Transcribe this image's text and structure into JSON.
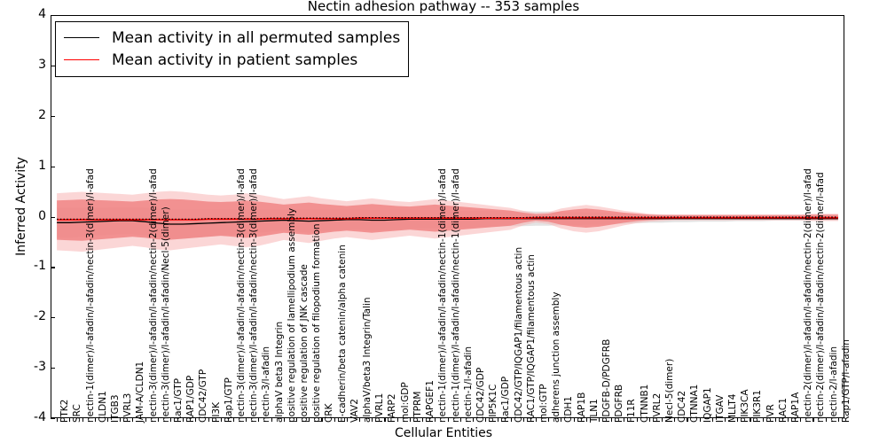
{
  "chart_data": {
    "type": "line",
    "title": "Nectin adhesion pathway -- 353 samples",
    "xlabel": "Cellular Entities",
    "ylabel": "Inferred Activity",
    "ylim": [
      -4,
      4
    ],
    "yticks": [
      "4",
      "3",
      "2",
      "1",
      "0",
      "-1",
      "-2",
      "-3",
      "-4"
    ],
    "ytick_values": [
      4,
      3,
      2,
      1,
      0,
      -1,
      -2,
      -3,
      -4
    ],
    "grid": false,
    "legend_position": "upper left",
    "legend": [
      {
        "label": "Mean activity in all permuted samples",
        "color": "#000000",
        "style": "solid"
      },
      {
        "label": "Mean activity in patient samples",
        "color": "#ff0000",
        "style": "solid"
      }
    ],
    "categories": [
      "PTK2",
      "SRC",
      "nectin-1(dimer)/l-afadin/l-afadin/nectin-3(dimer)/l-afad",
      "CLDN1",
      "ITGB3",
      "PVRL3",
      "JAM-A/CLDN1",
      "nectin-3(dimer)/l-afadin/l-afadin/nectin-2(dimer)/l-afad",
      "nectin-3(dimer)/l-afadin/l-afadin/Necl-5(dimer)",
      "Rac1/GTP",
      "RAP1/GDP",
      "CDC42/GTP",
      "PI3K",
      "Rap1/GTP",
      "nectin-3(dimer)/l-afadin/l-afadin/nectin-3(dimer)/l-afad",
      "nectin-3(dimer)/l-afadin/l-afadin/nectin-3(dimer)/l-afad",
      "nectin-3/l-afadin",
      "alphaV beta3 Integrin",
      "positive regulation of lamellipodium assembly",
      "positive regulation of JNK cascade",
      "positive regulation of filopodium formation",
      "CRK",
      "E-cadherin/beta catenin/alpha catenin",
      "VAV2",
      "alphaV/beta3 Integrin/Talin",
      "PVRL1",
      "FARP2",
      "mol:GDP",
      "PTPRM",
      "RAPGEF1",
      "nectin-1(dimer)/l-afadin/l-afadin/nectin-1(dimer)/l-afad",
      "nectin-1(dimer)/l-afadin/l-afadin/nectin-1(dimer)/l-afad",
      "nectin-1/l-afadin",
      "CDC42/GDP",
      "PIP5K1C",
      "Rac1/GDP",
      "CDC42/GTP/IQGAP1/filamentous actin",
      "RAC1/GTP/IQGAP1/filamentous actin",
      "mol:GTP",
      "adherens junction assembly",
      "CDH1",
      "RAP1B",
      "TLN1",
      "PDGFB-D/PDGFRB",
      "PDGFRB",
      "F11R",
      "CTNNB1",
      "PVRL2",
      "Necl-5(dimer)",
      "CDC42",
      "CTNNA1",
      "IQGAP1",
      "ITGAV",
      "MLLT4",
      "PIK3CA",
      "PIK3R1",
      "PVR",
      "RAC1",
      "RAP1A",
      "nectin-2(dimer)/l-afadin/l-afadin/nectin-2(dimer)/l-afad",
      "nectin-2(dimer)/l-afadin/l-afadin/nectin-2(dimer/l-afad",
      "nectin-2/l-afadin",
      "Rap1/GTP/l-afadin"
    ],
    "series": [
      {
        "name": "Mean activity in all permuted samples",
        "color": "#000000",
        "values": [
          -0.12,
          -0.12,
          -0.11,
          -0.1,
          -0.09,
          -0.08,
          -0.08,
          -0.1,
          -0.13,
          -0.15,
          -0.15,
          -0.14,
          -0.13,
          -0.12,
          -0.11,
          -0.1,
          -0.09,
          -0.08,
          -0.07,
          -0.08,
          -0.09,
          -0.08,
          -0.07,
          -0.06,
          -0.06,
          -0.07,
          -0.07,
          -0.06,
          -0.05,
          -0.05,
          -0.05,
          -0.05,
          -0.05,
          -0.05,
          -0.04,
          -0.04,
          -0.04,
          -0.04,
          -0.04,
          -0.04,
          -0.04,
          -0.04,
          -0.04,
          -0.04,
          -0.04,
          -0.04,
          -0.04,
          -0.04,
          -0.04,
          -0.04,
          -0.04,
          -0.04,
          -0.04,
          -0.04,
          -0.04,
          -0.04,
          -0.04,
          -0.04,
          -0.04,
          -0.04,
          -0.04,
          -0.04,
          -0.04
        ],
        "band_lower": [
          -0.42,
          -0.42,
          -0.4,
          -0.38,
          -0.36,
          -0.35,
          -0.35,
          -0.38,
          -0.42,
          -0.44,
          -0.44,
          -0.42,
          -0.4,
          -0.38,
          -0.36,
          -0.34,
          -0.32,
          -0.3,
          -0.28,
          -0.3,
          -0.32,
          -0.3,
          -0.28,
          -0.26,
          -0.26,
          -0.27,
          -0.27,
          -0.26,
          -0.24,
          -0.23,
          -0.23,
          -0.23,
          -0.22,
          -0.22,
          -0.2,
          -0.2,
          -0.19,
          -0.19,
          -0.18,
          -0.18,
          -0.17,
          -0.17,
          -0.16,
          -0.16,
          -0.15,
          -0.14,
          -0.13,
          -0.12,
          -0.12,
          -0.11,
          -0.11,
          -0.1,
          -0.1,
          -0.1,
          -0.09,
          -0.09,
          -0.09,
          -0.08,
          -0.08,
          -0.08,
          -0.08,
          -0.08,
          -0.08
        ],
        "band_upper": [
          0.18,
          0.18,
          0.18,
          0.18,
          0.18,
          0.19,
          0.19,
          0.18,
          0.16,
          0.14,
          0.14,
          0.14,
          0.14,
          0.14,
          0.14,
          0.14,
          0.14,
          0.14,
          0.14,
          0.14,
          0.14,
          0.14,
          0.14,
          0.14,
          0.14,
          0.13,
          0.13,
          0.14,
          0.14,
          0.13,
          0.13,
          0.13,
          0.12,
          0.12,
          0.12,
          0.12,
          0.11,
          0.11,
          0.1,
          0.1,
          0.09,
          0.09,
          0.08,
          0.08,
          0.07,
          0.06,
          0.05,
          0.04,
          0.04,
          0.03,
          0.03,
          0.02,
          0.02,
          0.02,
          0.01,
          0.01,
          0.01,
          0.0,
          0.0,
          0.0,
          0.0,
          0.0,
          0.0
        ]
      },
      {
        "name": "Mean activity in patient samples",
        "color": "#ff0000",
        "values": [
          -0.06,
          -0.06,
          -0.06,
          -0.06,
          -0.06,
          -0.06,
          -0.06,
          -0.06,
          -0.06,
          -0.06,
          -0.06,
          -0.06,
          -0.05,
          -0.05,
          -0.05,
          -0.05,
          -0.05,
          -0.04,
          -0.04,
          -0.04,
          -0.04,
          -0.04,
          -0.04,
          -0.04,
          -0.03,
          -0.03,
          -0.03,
          -0.03,
          -0.03,
          -0.03,
          -0.03,
          -0.03,
          -0.03,
          -0.03,
          -0.03,
          -0.03,
          -0.03,
          -0.03,
          -0.02,
          -0.02,
          -0.02,
          -0.02,
          -0.02,
          -0.02,
          -0.02,
          -0.02,
          -0.02,
          -0.02,
          -0.02,
          -0.02,
          -0.02,
          -0.02,
          -0.02,
          -0.02,
          -0.02,
          -0.02,
          -0.02,
          -0.02,
          -0.02,
          -0.02,
          -0.02,
          -0.02,
          -0.02
        ],
        "band_lower": [
          -0.46,
          -0.47,
          -0.48,
          -0.46,
          -0.44,
          -0.42,
          -0.4,
          -0.42,
          -0.45,
          -0.46,
          -0.44,
          -0.42,
          -0.4,
          -0.38,
          -0.4,
          -0.42,
          -0.4,
          -0.36,
          -0.32,
          -0.34,
          -0.36,
          -0.33,
          -0.3,
          -0.28,
          -0.3,
          -0.32,
          -0.3,
          -0.28,
          -0.26,
          -0.28,
          -0.3,
          -0.28,
          -0.26,
          -0.24,
          -0.22,
          -0.2,
          -0.18,
          -0.12,
          -0.08,
          -0.1,
          -0.16,
          -0.2,
          -0.22,
          -0.2,
          -0.16,
          -0.12,
          -0.09,
          -0.07,
          -0.06,
          -0.05,
          -0.05,
          -0.05,
          -0.05,
          -0.05,
          -0.05,
          -0.05,
          -0.05,
          -0.05,
          -0.05,
          -0.05,
          -0.06,
          -0.06,
          -0.06
        ],
        "band_upper": [
          0.32,
          0.33,
          0.34,
          0.33,
          0.32,
          0.31,
          0.3,
          0.32,
          0.34,
          0.35,
          0.34,
          0.32,
          0.3,
          0.29,
          0.3,
          0.32,
          0.3,
          0.27,
          0.24,
          0.26,
          0.28,
          0.25,
          0.23,
          0.21,
          0.23,
          0.25,
          0.23,
          0.21,
          0.2,
          0.22,
          0.24,
          0.22,
          0.2,
          0.18,
          0.16,
          0.14,
          0.12,
          0.08,
          0.05,
          0.06,
          0.11,
          0.14,
          0.16,
          0.14,
          0.11,
          0.08,
          0.06,
          0.04,
          0.03,
          0.03,
          0.03,
          0.03,
          0.03,
          0.03,
          0.03,
          0.03,
          0.03,
          0.03,
          0.03,
          0.03,
          0.04,
          0.04,
          0.04
        ]
      }
    ],
    "band_colors": {
      "permuted": "#d9d9d9",
      "patient_inner": "#f08080",
      "patient_outer": "#f8b4b4"
    }
  }
}
